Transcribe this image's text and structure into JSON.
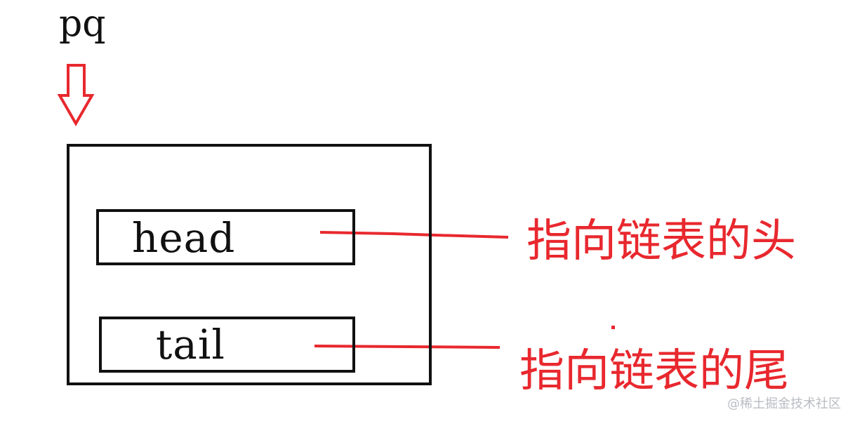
{
  "diagram": {
    "pointer_label": "pq",
    "fields": [
      {
        "name": "head",
        "annotation": "指向链表的头"
      },
      {
        "name": "tail",
        "annotation": "指向链表的尾"
      }
    ]
  },
  "watermark": "@稀土掘金技术社区",
  "colors": {
    "structure": "#111111",
    "annotation": "#e8282e",
    "watermark": "#b9bcc2"
  },
  "icons": {
    "pointer_arrow": "down-arrow-icon"
  }
}
